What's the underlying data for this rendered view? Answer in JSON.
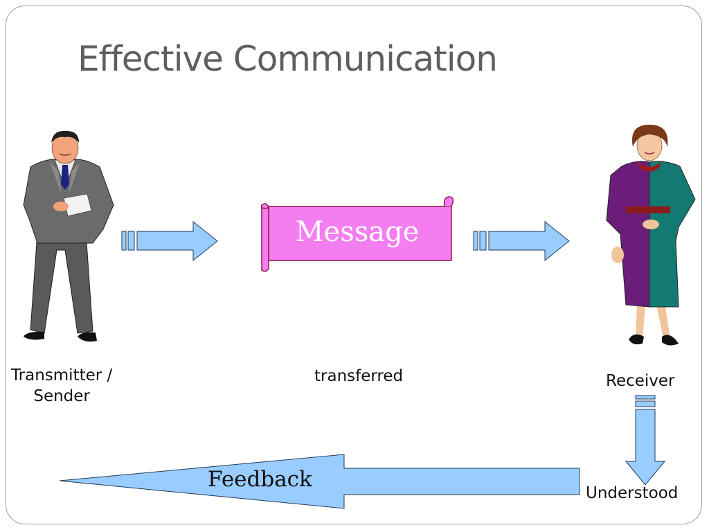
{
  "slide": {
    "title": "Effective Communication"
  },
  "diagram": {
    "sender_label_line1": "Transmitter /",
    "sender_label_line2": "Sender",
    "message_label": "Message",
    "transferred_label": "transferred",
    "receiver_label": "Receiver",
    "understood_label": "Understood",
    "feedback_label": "Feedback"
  },
  "colors": {
    "arrow_fill": "#99ccff",
    "scroll_fill": "#f47ef0",
    "title_text": "#5f5f5f"
  }
}
